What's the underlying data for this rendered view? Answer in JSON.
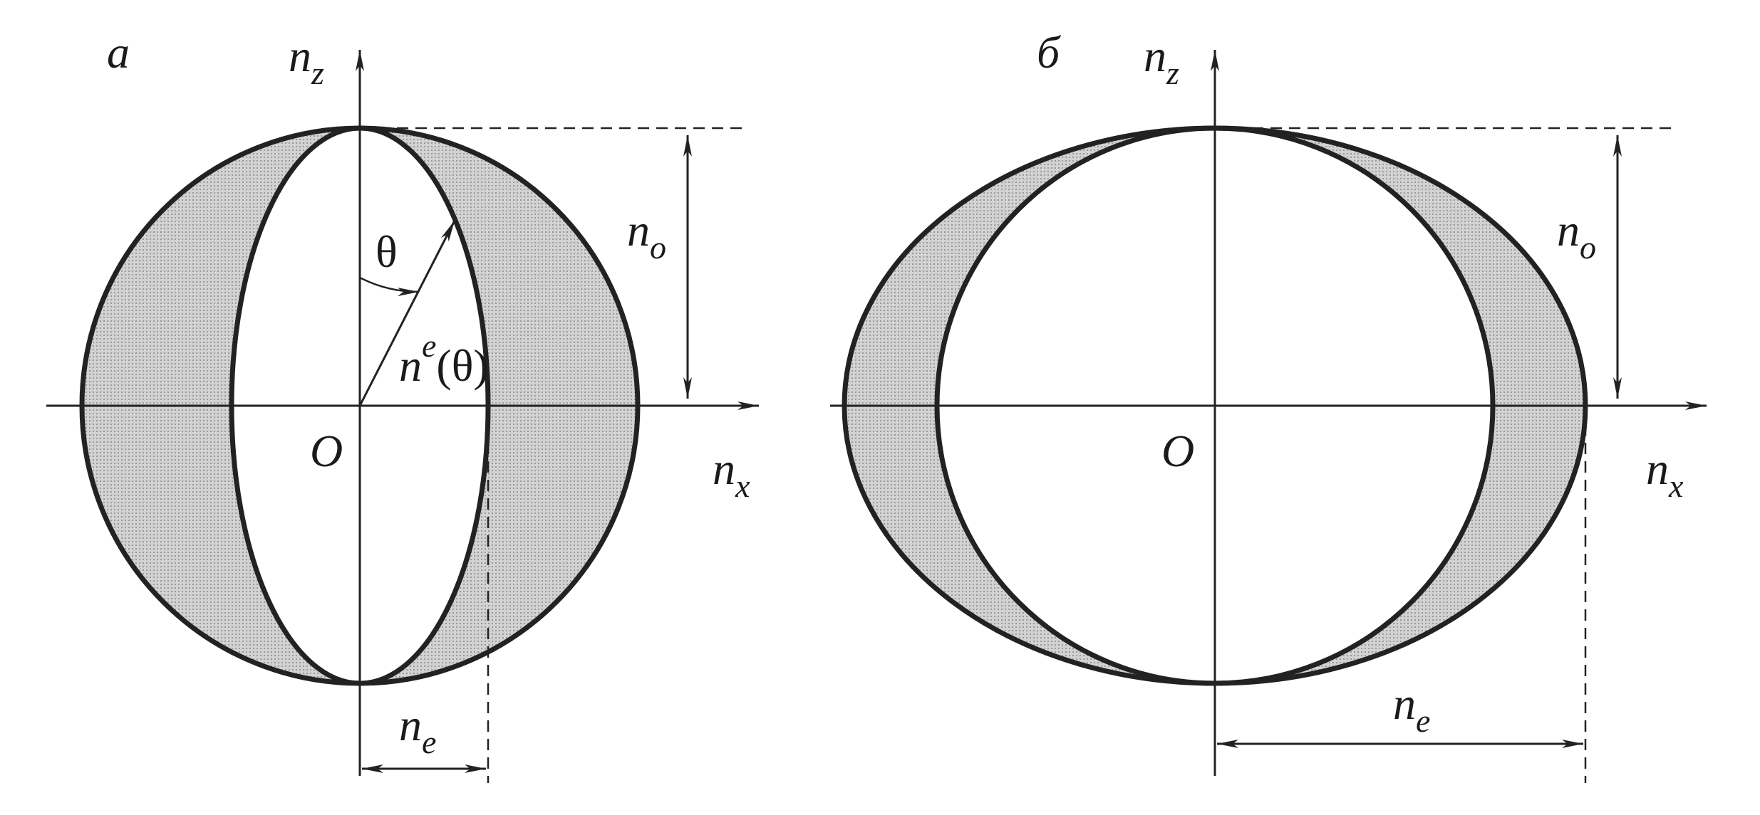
{
  "colors": {
    "ink": "#222222",
    "fill": "#c8c8c8",
    "background": "#ffffff"
  },
  "panel_a": {
    "label": "а",
    "axis_z_base": "n",
    "axis_z_sub": "z",
    "axis_x_base": "n",
    "axis_x_sub": "x",
    "origin": "O",
    "theta": "θ",
    "vector_base": "n",
    "vector_sup": "e",
    "vector_arg": "(θ)",
    "n_o_base": "n",
    "n_o_sub": "o",
    "n_e_base": "n",
    "n_e_sub": "e"
  },
  "panel_b": {
    "label": "б",
    "axis_z_base": "n",
    "axis_z_sub": "z",
    "axis_x_base": "n",
    "axis_x_sub": "x",
    "origin": "O",
    "n_o_base": "n",
    "n_o_sub": "o",
    "n_e_base": "n",
    "n_e_sub": "e"
  }
}
